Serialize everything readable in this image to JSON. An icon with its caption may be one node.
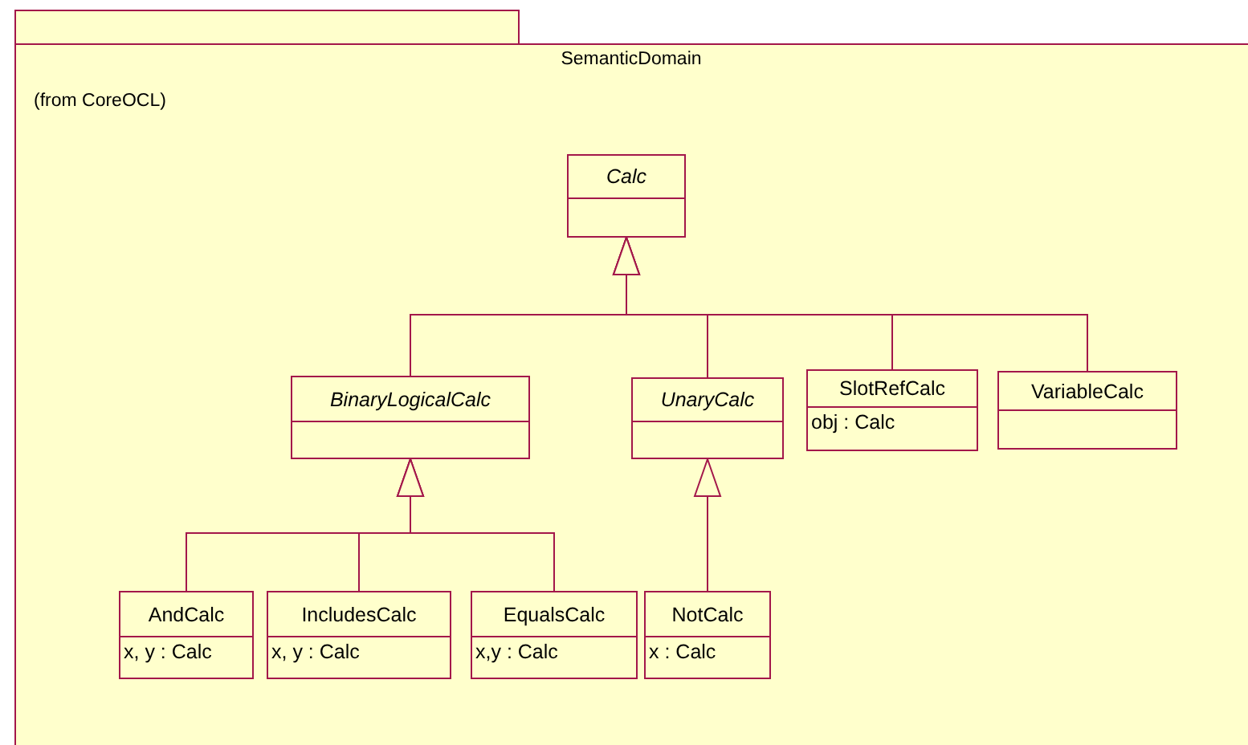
{
  "diagram": {
    "nodes": [
      {
        "text": [
          "SemanticDomain",
          "(from CoreOCL)"
        ]
      },
      {
        "text": [
          "Calc"
        ],
        "in": 0
      },
      {
        "text": [
          "BinaryLogicalCalc"
        ],
        "in": 0
      },
      {
        "text": [
          "UnaryCalc"
        ],
        "in": 0
      },
      {
        "text": [
          "SlotRefCalc",
          "obj : Calc"
        ],
        "in": 0
      },
      {
        "text": [
          "VariableCalc"
        ],
        "in": 0
      },
      {
        "text": [
          "AndCalc",
          "x, y : Calc"
        ],
        "in": 0
      },
      {
        "text": [
          "IncludesCalc",
          "x, y : Calc"
        ],
        "in": 0
      },
      {
        "text": [
          "EqualsCalc",
          "x,y : Calc"
        ],
        "in": 0
      },
      {
        "text": [
          "NotCalc",
          "x : Calc"
        ],
        "in": 0
      }
    ],
    "edges": [
      {
        "from": 2,
        "to": 1,
        "arrow": "to"
      },
      {
        "from": 3,
        "to": 1,
        "arrow": "to"
      },
      {
        "from": 4,
        "to": 1,
        "arrow": "to"
      },
      {
        "from": 5,
        "to": 1,
        "arrow": "to"
      },
      {
        "from": 6,
        "to": 2,
        "arrow": "to"
      },
      {
        "from": 7,
        "to": 2,
        "arrow": "to"
      },
      {
        "from": 8,
        "to": 2,
        "arrow": "to"
      },
      {
        "from": 9,
        "to": 3,
        "arrow": "to"
      }
    ]
  }
}
